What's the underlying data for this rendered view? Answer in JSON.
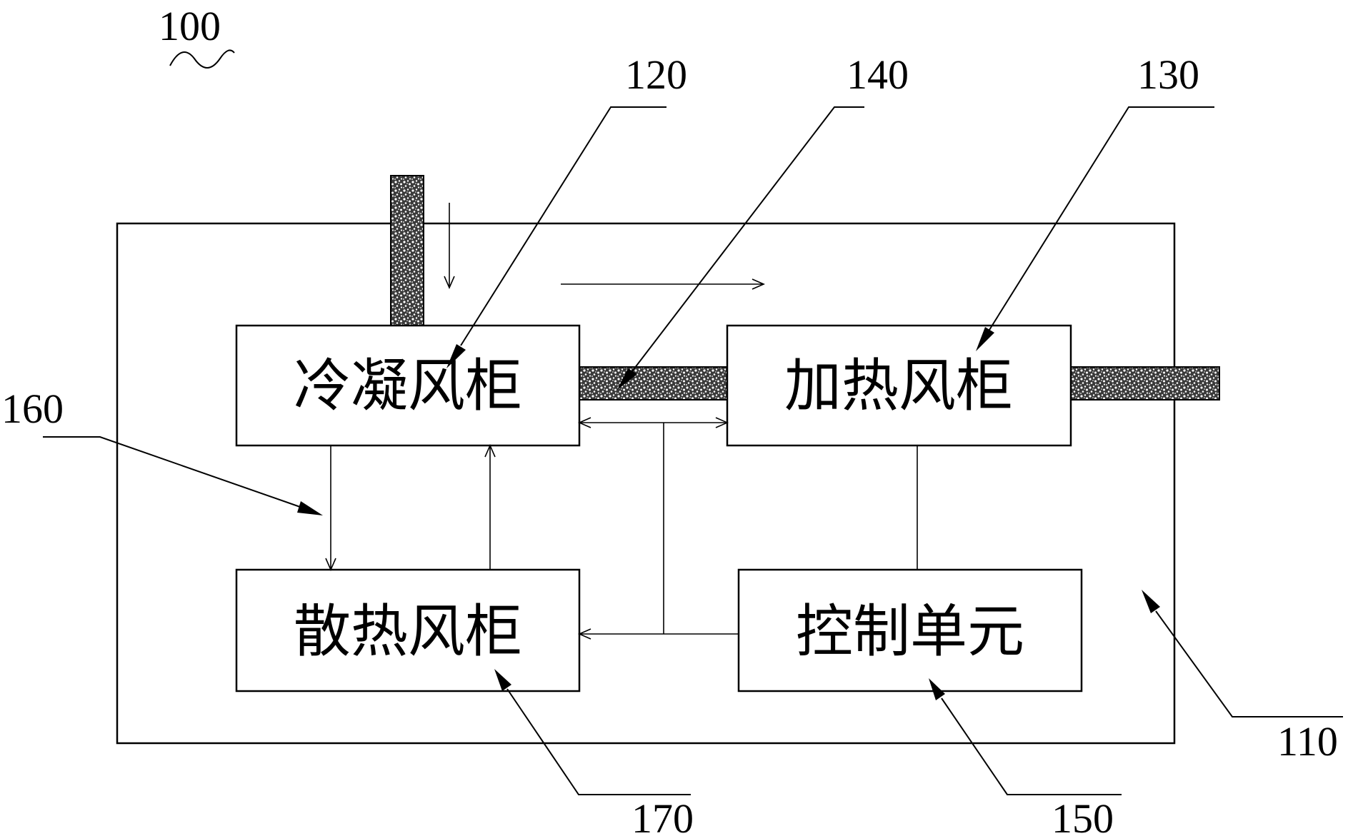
{
  "figure_label": "100",
  "units": {
    "condenser": {
      "name": "冷凝风柜",
      "ref": "120"
    },
    "heater": {
      "name": "加热风柜",
      "ref": "130"
    },
    "radiator": {
      "name": "散热风柜",
      "ref": "170"
    },
    "control": {
      "name": "控制单元",
      "ref": "150"
    }
  },
  "refs": {
    "enclosure": "110",
    "pipe": "140",
    "flow": "160"
  },
  "colors": {
    "line": "#000000",
    "background": "#ffffff",
    "pipe_fill": "#555555"
  }
}
